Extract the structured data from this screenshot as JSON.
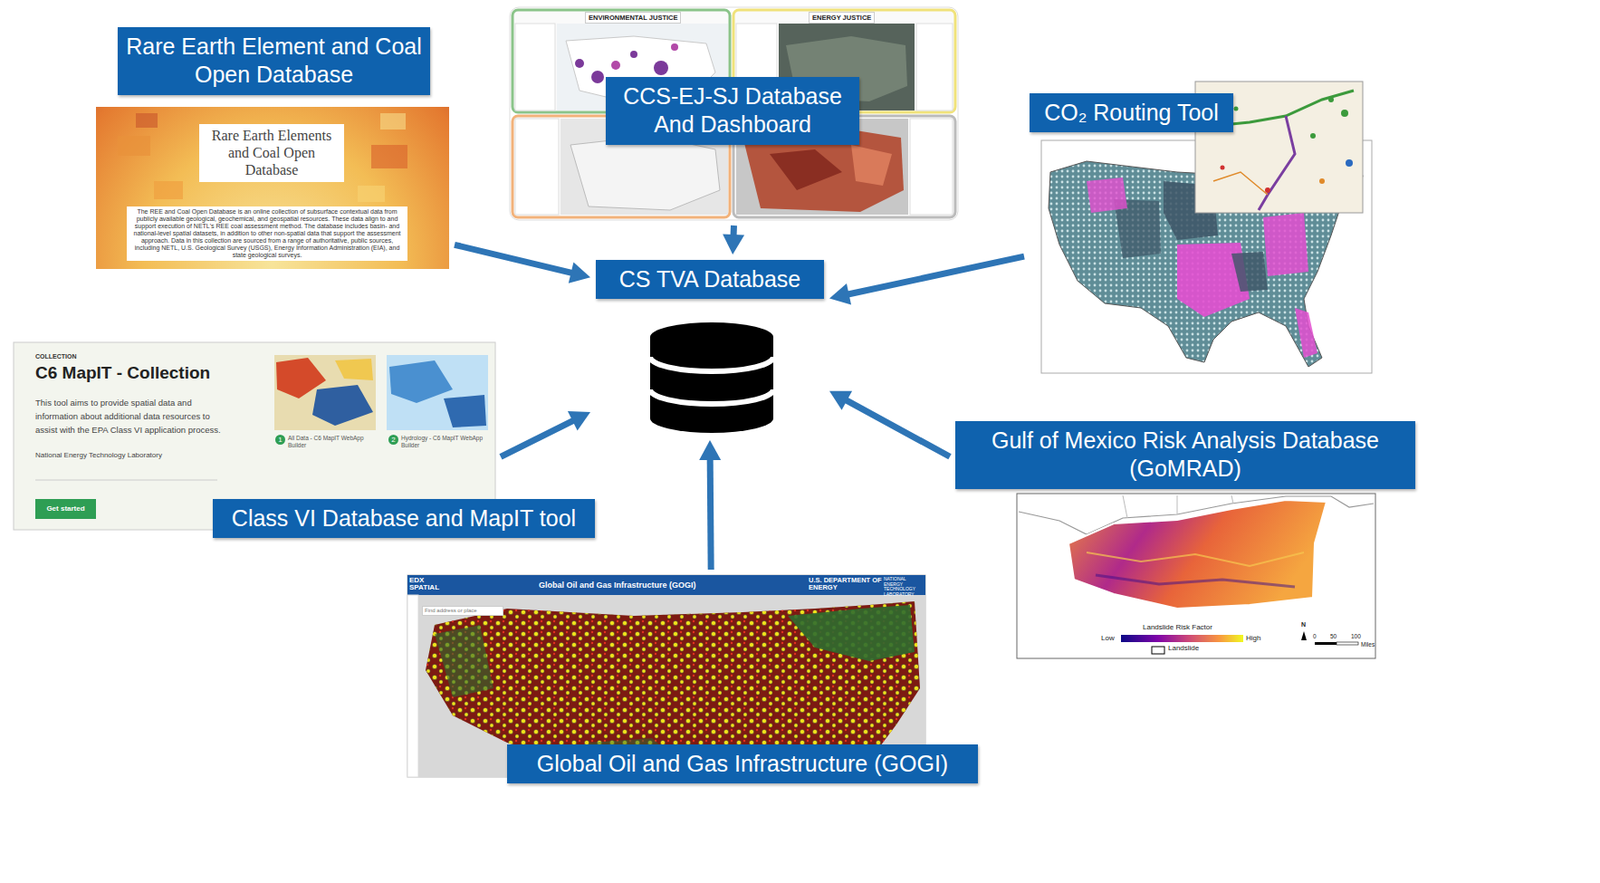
{
  "diagram": {
    "nodes": [
      {
        "text": [
          "Rare Earth Element and Coal Open Database"
        ]
      },
      {
        "text": [
          "CCS-EJ-SJ Database And Dashboard"
        ]
      },
      {
        "text": [
          "CO₂ Routing Tool"
        ]
      },
      {
        "text": [
          "CS TVA Database"
        ]
      },
      {
        "text": [
          "Class VI Database and MapIT tool"
        ]
      },
      {
        "text": [
          "Gulf of Mexico Risk Analysis Database (GoMRAD)"
        ]
      },
      {
        "text": [
          "Global Oil and Gas Infrastructure (GOGI)"
        ]
      }
    ],
    "edges": [
      {
        "from": 0,
        "to": 3,
        "arrow": "to"
      },
      {
        "from": 1,
        "to": 3,
        "arrow": "to"
      },
      {
        "from": 2,
        "to": 3,
        "arrow": "to"
      },
      {
        "from": 4,
        "to": 3,
        "arrow": "to"
      },
      {
        "from": 5,
        "to": 3,
        "arrow": "to"
      },
      {
        "from": 6,
        "to": 3,
        "arrow": "to"
      }
    ],
    "labels": [
      "Rare Earth Elements and Coal Open Database",
      "The REE and Coal Open Database is an online collection of subsurface contextual data from publicly available geological, geochemical, and geospatial resources. These data align to and support execution of NETL's REE coal assessment method. The database includes basin- and national-level spatial datasets, in addition to other non-spatial data that support the assessment approach. Data in this collection are sourced from a range of authoritative, public sources, including NETL, U.S. Geological Survey (USGS), Energy Information Administration (EIA), and state geological surveys.",
      "ENVIRONMENTAL JUSTICE",
      "ENERGY JUSTICE",
      "COLLECTION",
      "C6 MapIT - Collection",
      "This tool aims to provide spatial data and information about additional data resources to assist with the EPA Class VI application process.",
      "National Energy Technology Laboratory",
      "Get started",
      "1",
      "All Data - C6 MapIT WebApp Builder",
      "2",
      "Hydrology - C6 MapIT WebApp Builder",
      "EDX SPATIAL",
      "Global Oil and Gas Infrastructure (GOGI)",
      "U.S. DEPARTMENT OF ENERGY",
      "NATIONAL ENERGY TECHNOLOGY LABORATORY",
      "Find address or place",
      "Landslide Risk Factor",
      "Low",
      "High",
      "0",
      "50",
      "100",
      "Miles",
      "N"
    ],
    "legend": [
      {
        "text": "Landslide"
      }
    ]
  }
}
